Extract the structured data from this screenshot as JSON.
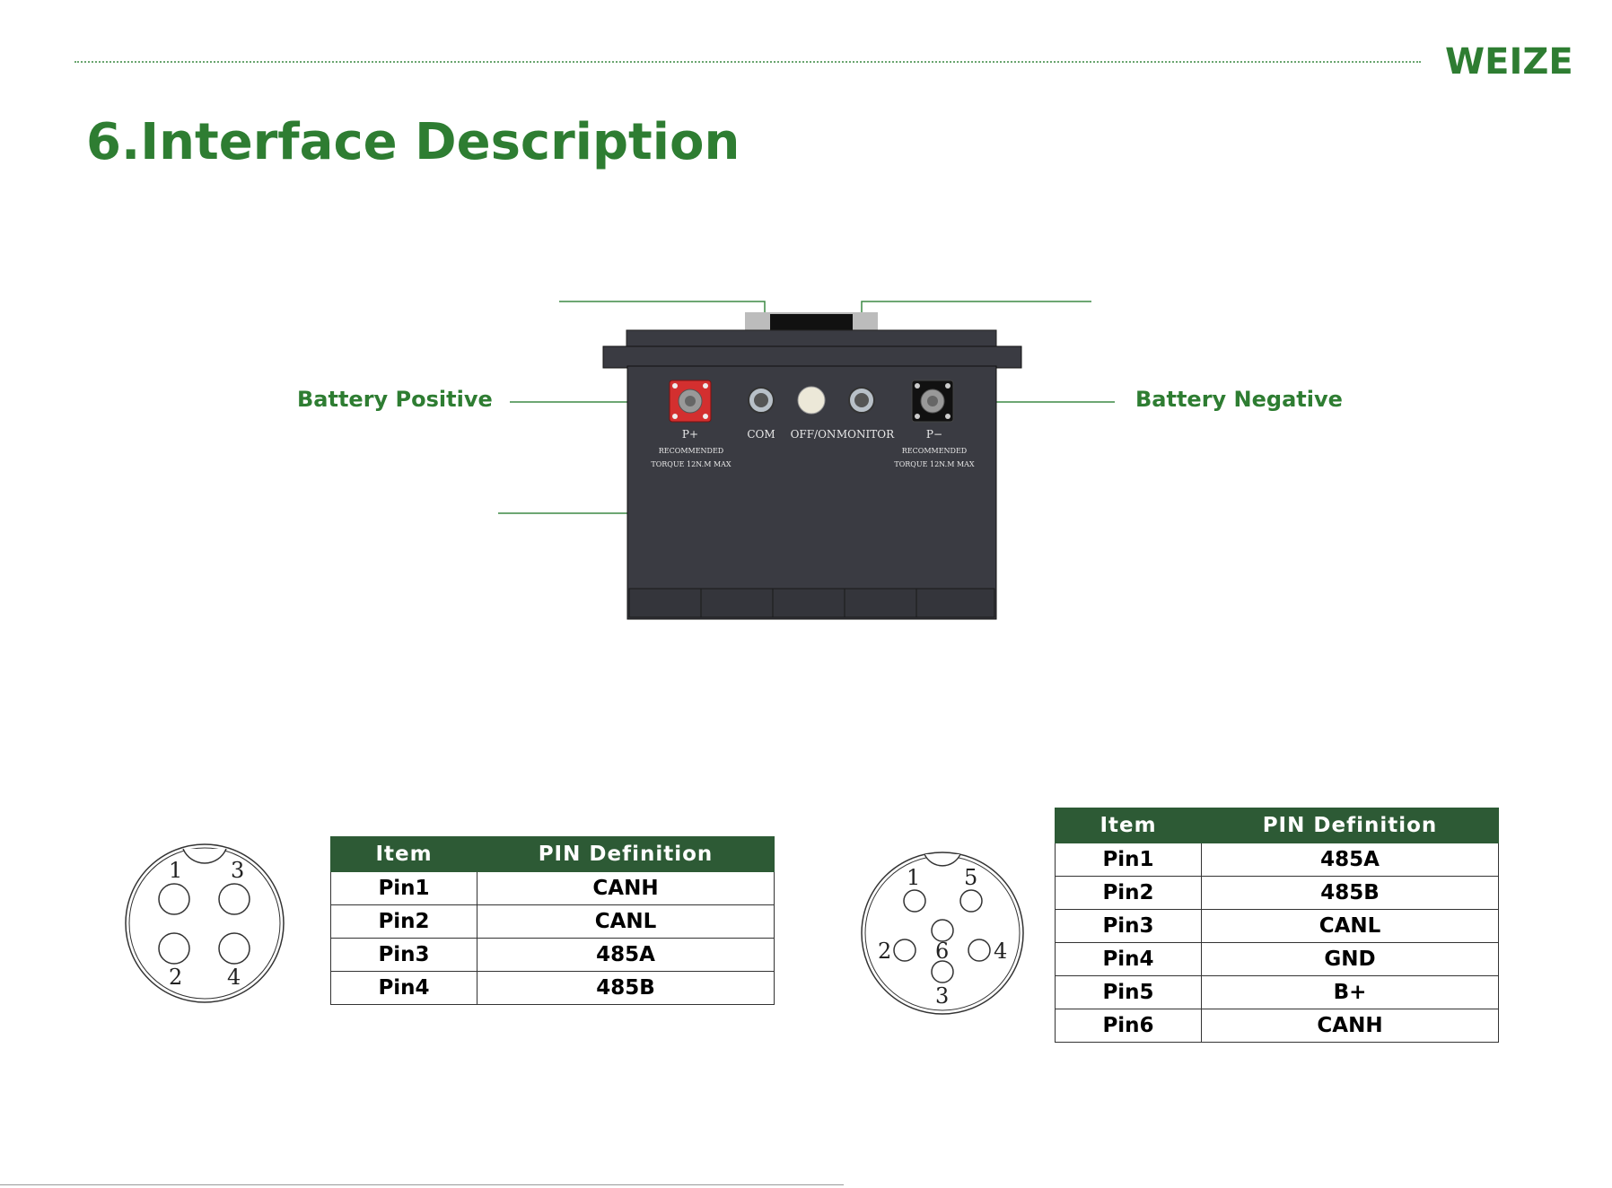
{
  "brand": {
    "logo_text": "WEIZE"
  },
  "page": {
    "title": "6.Interface Description"
  },
  "callouts": {
    "battery_positive": "Battery Positive",
    "battery_negative": "Battery Negative"
  },
  "panel": {
    "p_plus": "P+",
    "com": "COM",
    "off_on": "OFF/ON",
    "monitor": "MONITOR",
    "p_minus": "P−",
    "recommended": "RECOMMENDED",
    "torque": "TORQUE 12N.M MAX"
  },
  "colors": {
    "accent": "#2e7d32",
    "header": "#2d5a35",
    "panel": "#3a3b42",
    "terminal_positive": "#d32f2f"
  },
  "connector_4pin": {
    "labels": [
      "1",
      "3",
      "2",
      "4"
    ]
  },
  "connector_6pin": {
    "labels": [
      "1",
      "5",
      "2",
      "6",
      "4",
      "3"
    ]
  },
  "table_com": {
    "headers": [
      "Item",
      "PIN Definition"
    ],
    "rows": [
      [
        "Pin1",
        "CANH"
      ],
      [
        "Pin2",
        "CANL"
      ],
      [
        "Pin3",
        "485A"
      ],
      [
        "Pin4",
        "485B"
      ]
    ]
  },
  "table_monitor": {
    "headers": [
      "Item",
      "PIN Definition"
    ],
    "rows": [
      [
        "Pin1",
        "485A"
      ],
      [
        "Pin2",
        "485B"
      ],
      [
        "Pin3",
        "CANL"
      ],
      [
        "Pin4",
        "GND"
      ],
      [
        "Pin5",
        "B+"
      ],
      [
        "Pin6",
        "CANH"
      ]
    ]
  }
}
